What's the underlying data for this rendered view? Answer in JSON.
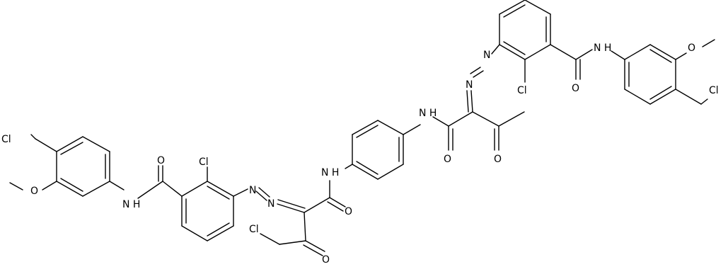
{
  "structure": {
    "atom_labels": {
      "cl_chloromethyl_left": "Cl",
      "o_methoxy_left": "O",
      "nh_amide_left": "N H",
      "o_amide_left": "O",
      "cl_aryl_left": "Cl",
      "n_azo_left_1": "N",
      "n_azo_left_2": "N",
      "cl_chloroethyl": "Cl",
      "o_keto_left": "O",
      "o_amide_center_left": "O",
      "nh_center_left": "N H",
      "nh_center_right": "N H",
      "o_amide_center_right": "O",
      "o_keto_right": "O",
      "n_azo_right_1": "N",
      "n_azo_right_2": "N",
      "cl_aryl_right": "Cl",
      "o_amide_right": "O",
      "nh_amide_right": "N H",
      "o_methoxy_right": "O",
      "cl_chloromethyl_right": "Cl"
    }
  }
}
